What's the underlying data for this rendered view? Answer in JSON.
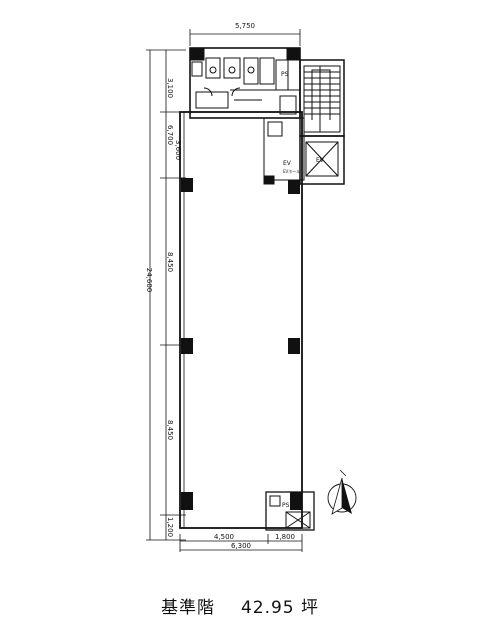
{
  "plan": {
    "dimensions": {
      "top_width": "5,750",
      "bottom_left": "4,500",
      "bottom_right": "1,800",
      "bottom_total": "6,300",
      "overall_height": "24,600",
      "segment_1": "3,100",
      "segment_2": "6,700",
      "segment_3": "3,600",
      "segment_4": "8,450",
      "segment_5": "8,450",
      "segment_6": "1,200"
    },
    "room_labels": {
      "ps": "PS",
      "ev": "EV",
      "ev_hall": "EVホール",
      "ev_right": "EV",
      "ps_lower": "PS"
    }
  },
  "caption": {
    "floor": "基準階",
    "area": "42.95 坪"
  }
}
